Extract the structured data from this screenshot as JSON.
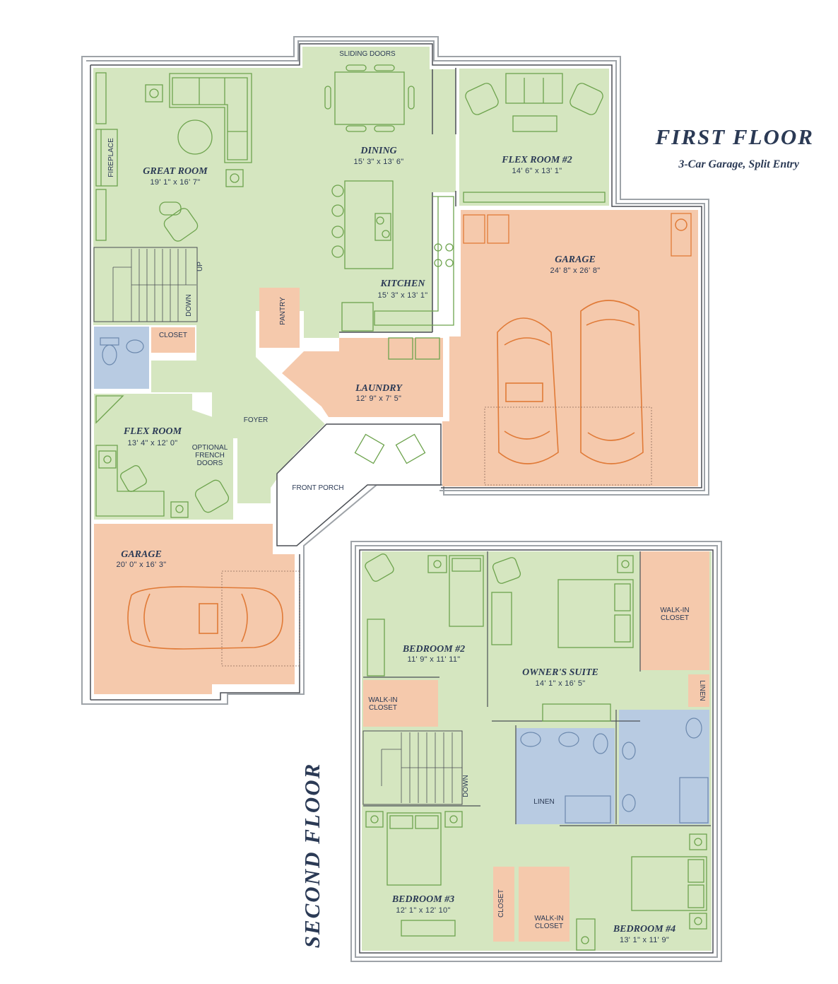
{
  "headings": {
    "first_floor": "FIRST FLOOR",
    "first_floor_sub": "3-Car Garage, Split Entry",
    "second_floor": "SECOND FLOOR"
  },
  "first_floor": {
    "rooms": {
      "great_room": {
        "name": "GREAT ROOM",
        "dims": "19' 1\" x 16' 7\""
      },
      "dining": {
        "name": "DINING",
        "dims": "15' 3\" x 13' 6\""
      },
      "flex_room_2": {
        "name": "FLEX ROOM #2",
        "dims": "14' 6\" x 13' 1\""
      },
      "kitchen": {
        "name": "KITCHEN",
        "dims": "15' 3\" x 13' 1\""
      },
      "garage_main": {
        "name": "GARAGE",
        "dims": "24' 8\" x 26' 8\""
      },
      "laundry": {
        "name": "LAUNDRY",
        "dims": "12' 9\" x 7' 5\""
      },
      "flex_room": {
        "name": "FLEX ROOM",
        "dims": "13' 4\" x 12' 0\""
      },
      "garage_side": {
        "name": "GARAGE",
        "dims": "20' 0\" x 16' 3\""
      }
    },
    "labels": {
      "sliding_doors": "SLIDING DOORS",
      "fireplace": "FIREPLACE",
      "up": "UP",
      "down": "DOWN",
      "closet": "CLOSET",
      "pantry": "PANTRY",
      "foyer": "FOYER",
      "optional_doors_1": "OPTIONAL",
      "optional_doors_2": "FRENCH",
      "optional_doors_3": "DOORS",
      "front_porch": "FRONT PORCH"
    }
  },
  "second_floor": {
    "rooms": {
      "bedroom_2": {
        "name": "BEDROOM #2",
        "dims": "11' 9\" x 11' 11\""
      },
      "owners_suite": {
        "name": "OWNER'S SUITE",
        "dims": "14' 1\" x 16' 5\""
      },
      "bedroom_3": {
        "name": "BEDROOM #3",
        "dims": "12' 1\" x 12' 10\""
      },
      "bedroom_4": {
        "name": "BEDROOM #4",
        "dims": "13' 1\" x 11' 9\""
      }
    },
    "labels": {
      "walk_in_1": "WALK-IN",
      "closet_word": "CLOSET",
      "linen": "LINEN",
      "down": "DOWN",
      "closet_vertical": "CLOSET"
    }
  },
  "colors": {
    "living": "#d5e6c0",
    "garage": "#f5c9ac",
    "bath": "#b8cbe2",
    "text": "#2b3a55",
    "furniture_green": "#6da34d",
    "car_orange": "#e07a37"
  }
}
